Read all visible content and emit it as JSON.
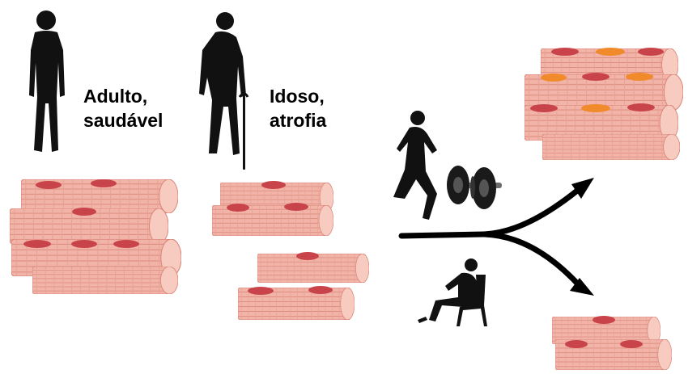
{
  "labels": {
    "adult": {
      "line1": "Adulto,",
      "line2": "saudável"
    },
    "elderly": {
      "line1": "Idoso,",
      "line2": "atrofia"
    }
  },
  "colors": {
    "muscle_fill": "#f2b4a8",
    "muscle_stripe": "#d98578",
    "muscle_end": "#f7cbbf",
    "nucleus": "#c9444a",
    "nucleus_active": "#f08a2a",
    "silhouette": "#111111",
    "arrow": "#000000"
  },
  "icons": [
    "adult-person-icon",
    "elderly-person-cane-icon",
    "runner-icon",
    "dumbbell-icon",
    "seated-person-icon",
    "branching-arrow-icon"
  ]
}
